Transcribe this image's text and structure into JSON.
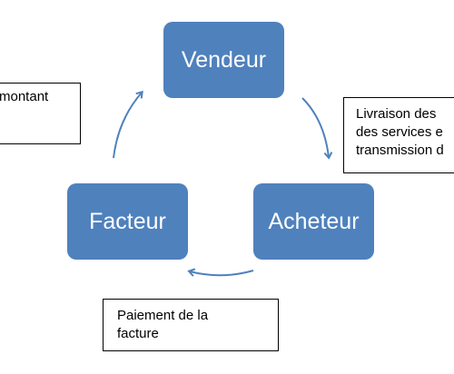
{
  "nodes": {
    "vendeur": "Vendeur",
    "facteur": "Facteur",
    "acheteur": "Acheteur"
  },
  "notes": {
    "left": "montant",
    "right": "Livraison des\ndes services e\ntransmission d",
    "bottom": "Paiement de la\nfacture"
  },
  "colors": {
    "node_fill": "#4f81bd",
    "arrow": "#4f81bd"
  }
}
